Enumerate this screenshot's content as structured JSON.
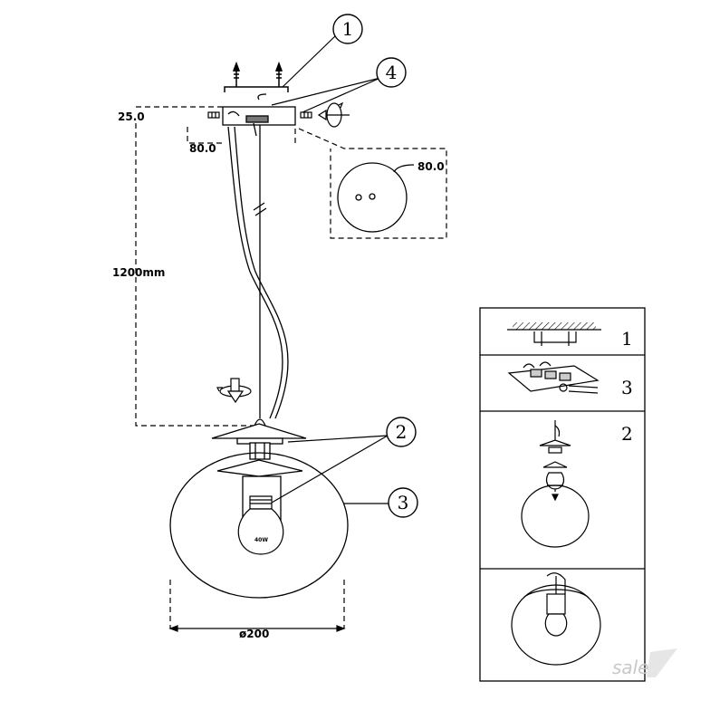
{
  "callouts": {
    "c1": "1",
    "c2": "2",
    "c3": "3",
    "c4": "4"
  },
  "dimensions": {
    "offset": "25.0",
    "plate_width": "80.0",
    "canopy_diameter": "80.0",
    "cable_length": "1200mm",
    "shade_diameter": "ø200"
  },
  "bulb_text": "40W",
  "steps": {
    "s1": "1",
    "s2": "3",
    "s3": "2"
  },
  "watermark": "sale"
}
